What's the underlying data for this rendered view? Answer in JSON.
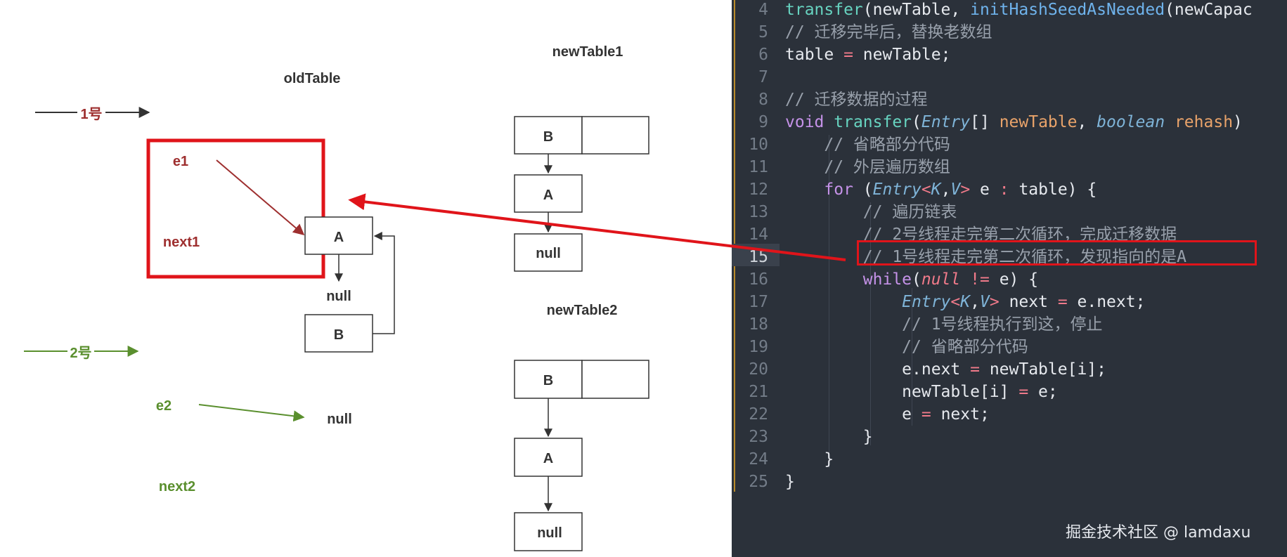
{
  "diagram": {
    "old_table_title": "oldTable",
    "new_table1_title": "newTable1",
    "new_table2_title": "newTable2",
    "thread1_label": "1号",
    "thread2_label": "2号",
    "e1_label": "e1",
    "next1_label": "next1",
    "e2_label": "e2",
    "next2_label": "next2",
    "old_node_a": "A",
    "old_node_b": "B",
    "old_null_1": "null",
    "old_null_2": "null",
    "nt1_node_b": "B",
    "nt1_node_a": "A",
    "nt1_null": "null",
    "nt2_node_b": "B",
    "nt2_node_a": "A",
    "nt2_null": "null",
    "colors": {
      "thread1": "#9e2f2f",
      "thread2": "#5a8f2e",
      "highlight": "#e0141a"
    }
  },
  "editor": {
    "current_line": 15,
    "lines": [
      {
        "n": "4",
        "tokens": [
          [
            "t-fn",
            "transfer"
          ],
          [
            "t-plain",
            "(newTable, "
          ],
          [
            "t-fn2",
            "initHashSeedAsNeeded"
          ],
          [
            "t-plain",
            "(newCapac"
          ]
        ]
      },
      {
        "n": "5",
        "tokens": [
          [
            "t-cm",
            "// 迁移完毕后，替换老数组"
          ]
        ]
      },
      {
        "n": "6",
        "tokens": [
          [
            "t-plain",
            "table "
          ],
          [
            "t-op",
            "="
          ],
          [
            "t-plain",
            " newTable;"
          ]
        ]
      },
      {
        "n": "7",
        "tokens": []
      },
      {
        "n": "8",
        "tokens": [
          [
            "t-cm",
            "// 迁移数据的过程"
          ]
        ]
      },
      {
        "n": "9",
        "tokens": [
          [
            "t-kw",
            "void "
          ],
          [
            "t-fn",
            "transfer"
          ],
          [
            "t-plain",
            "("
          ],
          [
            "t-type",
            "Entry"
          ],
          [
            "t-plain",
            "[] "
          ],
          [
            "t-param",
            "newTable"
          ],
          [
            "t-plain",
            ", "
          ],
          [
            "t-type",
            "boolean "
          ],
          [
            "t-param",
            "rehash"
          ],
          [
            "t-plain",
            ")"
          ]
        ]
      },
      {
        "n": "10",
        "tokens": [
          [
            "t-cm",
            "    // 省略部分代码"
          ]
        ]
      },
      {
        "n": "11",
        "tokens": [
          [
            "t-cm",
            "    // 外层遍历数组"
          ]
        ]
      },
      {
        "n": "12",
        "tokens": [
          [
            "t-plain",
            "    "
          ],
          [
            "t-kw",
            "for "
          ],
          [
            "t-plain",
            "("
          ],
          [
            "t-type",
            "Entry"
          ],
          [
            "t-op",
            "<"
          ],
          [
            "t-type",
            "K"
          ],
          [
            "t-plain",
            ","
          ],
          [
            "t-type",
            "V"
          ],
          [
            "t-op",
            ">"
          ],
          [
            "t-plain",
            " e "
          ],
          [
            "t-op",
            ":"
          ],
          [
            "t-plain",
            " table) {"
          ]
        ]
      },
      {
        "n": "13",
        "tokens": [
          [
            "t-cm",
            "        // 遍历链表"
          ]
        ]
      },
      {
        "n": "14",
        "tokens": [
          [
            "t-cm",
            "        // 2号线程走完第二次循环，完成迁移数据"
          ]
        ]
      },
      {
        "n": "15",
        "tokens": [
          [
            "t-cm",
            "        // 1号线程走完第二次循环，发现指向的是A"
          ]
        ]
      },
      {
        "n": "16",
        "tokens": [
          [
            "t-plain",
            "        "
          ],
          [
            "t-kw",
            "while"
          ],
          [
            "t-plain",
            "("
          ],
          [
            "t-null",
            "null"
          ],
          [
            "t-plain",
            " "
          ],
          [
            "t-op",
            "!="
          ],
          [
            "t-plain",
            " e) {"
          ]
        ]
      },
      {
        "n": "17",
        "tokens": [
          [
            "t-plain",
            "            "
          ],
          [
            "t-type",
            "Entry"
          ],
          [
            "t-op",
            "<"
          ],
          [
            "t-type",
            "K"
          ],
          [
            "t-plain",
            ","
          ],
          [
            "t-type",
            "V"
          ],
          [
            "t-op",
            ">"
          ],
          [
            "t-plain",
            " next "
          ],
          [
            "t-op",
            "="
          ],
          [
            "t-plain",
            " e.next;"
          ]
        ]
      },
      {
        "n": "18",
        "tokens": [
          [
            "t-cm",
            "            // 1号线程执行到这，停止"
          ]
        ]
      },
      {
        "n": "19",
        "tokens": [
          [
            "t-cm",
            "            // 省略部分代码"
          ]
        ]
      },
      {
        "n": "20",
        "tokens": [
          [
            "t-plain",
            "            e.next "
          ],
          [
            "t-op",
            "="
          ],
          [
            "t-plain",
            " newTable[i];"
          ]
        ]
      },
      {
        "n": "21",
        "tokens": [
          [
            "t-plain",
            "            newTable[i] "
          ],
          [
            "t-op",
            "="
          ],
          [
            "t-plain",
            " e;"
          ]
        ]
      },
      {
        "n": "22",
        "tokens": [
          [
            "t-plain",
            "            e "
          ],
          [
            "t-op",
            "="
          ],
          [
            "t-plain",
            " next;"
          ]
        ]
      },
      {
        "n": "23",
        "tokens": [
          [
            "t-plain",
            "        }"
          ]
        ]
      },
      {
        "n": "24",
        "tokens": [
          [
            "t-plain",
            "    }"
          ]
        ]
      },
      {
        "n": "25",
        "tokens": [
          [
            "t-plain",
            "}"
          ]
        ]
      }
    ]
  },
  "watermark": "掘金技术社区 @ lamdaxu"
}
